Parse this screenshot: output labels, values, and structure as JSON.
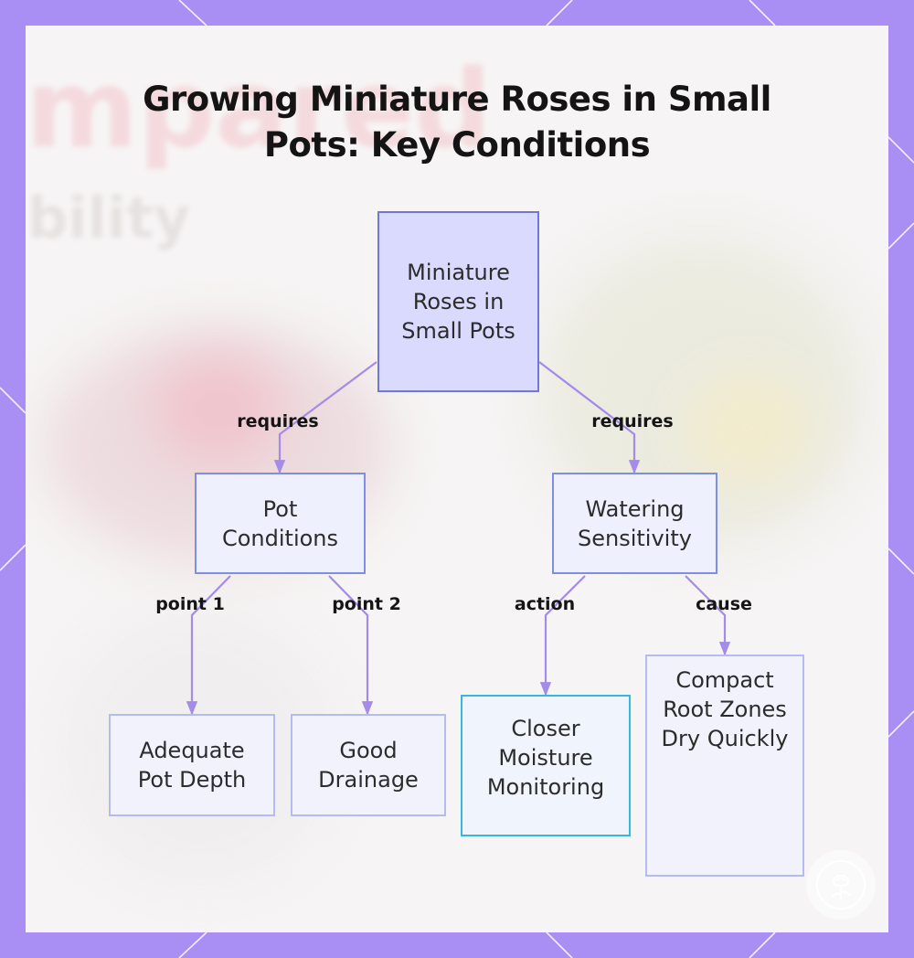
{
  "title": "Growing Miniature Roses in Small Pots: Key Conditions",
  "colors": {
    "frame": "#a98ff4",
    "panel": "#f6f4f4",
    "edge": "#a48be8",
    "root_fill": "#d9dafd",
    "root_border": "#6f78d8",
    "mid_fill": "#eef0fd",
    "mid_border": "#7e8ee0",
    "leaf_fill": "#f1f2fc",
    "leaf_border": "#b4bbee",
    "highlight_fill": "#eff4fd",
    "highlight_border": "#38b7de"
  },
  "nodes": {
    "root": "Miniature Roses in Small Pots",
    "pot_conditions": "Pot Conditions",
    "watering_sensitivity": "Watering Sensitivity",
    "adequate_pot_depth": "Adequate Pot Depth",
    "good_drainage": "Good Drainage",
    "closer_moisture_monitoring": "Closer Moisture Monitoring",
    "compact_root_zones": "Compact Root Zones Dry Quickly"
  },
  "edge_labels": {
    "root_to_pot": "requires",
    "root_to_water": "requires",
    "pot_to_depth": "point 1",
    "pot_to_drainage": "point 2",
    "water_to_monitoring": "action",
    "water_to_root_zones": "cause"
  },
  "background_text": [
    "mpared",
    "bility"
  ],
  "logo_icon": "rose-icon"
}
